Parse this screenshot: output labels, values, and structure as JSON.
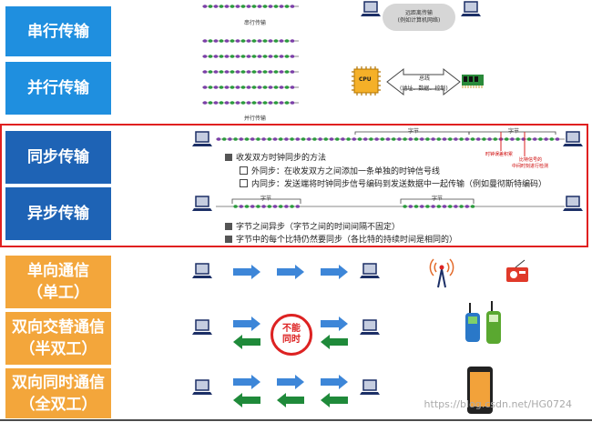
{
  "labels": {
    "serial": "串行传输",
    "parallel": "并行传输",
    "sync": "同步传输",
    "async": "异步传输",
    "simplex_l1": "单向通信",
    "simplex_l2": "（单工）",
    "half_l1": "双向交替通信",
    "half_l2": "（半双工）",
    "full_l1": "双向同时通信",
    "full_l2": "（全双工）"
  },
  "serial": {
    "caption": "串行传输",
    "cloud_l1": "远距离传输",
    "cloud_l2": "(例如计算机网络)"
  },
  "parallel": {
    "caption": "并行传输",
    "bus_l1": "总线",
    "bus_l2": "(地址、数据、控制)",
    "cpu": "CPU"
  },
  "sync": {
    "byte_label": "字节",
    "annot_clock": "时钟误差积累",
    "annot_sample_l1": "比特信号的",
    "annot_sample_l2": "中间时刻进行检测",
    "method_title": "收发双方时钟同步的方法",
    "external": "外同步：在收发双方之间添加一条单独的时钟信号线",
    "internal": "内同步：发送端将时钟同步信号编码到发送数据中一起传输（例如曼彻斯特编码）"
  },
  "async": {
    "byte_label": "字节",
    "note1": "字节之间异步（字节之间的时间间隔不固定）",
    "note2": "字节中的每个比特仍然要同步（各比特的持续时间是相同的）"
  },
  "half_duplex": {
    "badge_l1": "不能",
    "badge_l2": "同时"
  },
  "watermark": "https://blog.csdn.net/HG0724",
  "colors": {
    "bit_purple": "#7b3fa8",
    "bit_green": "#2a9a3c",
    "arrow_blue": "#3d86d8",
    "arrow_green": "#1f8a3a",
    "highlight_red": "#e02020"
  }
}
